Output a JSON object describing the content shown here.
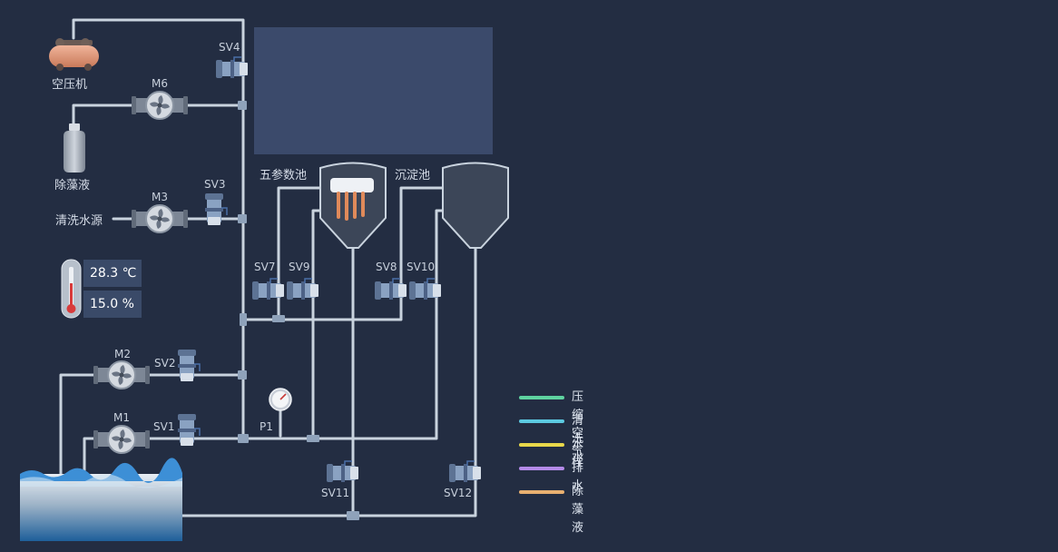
{
  "labels": {
    "compressor": "空压机",
    "algaecide_tank": "除藻液",
    "cleaning_source": "清洗水源",
    "five_param_tank": "五参数池",
    "settling_tank": "沉淀池",
    "M6": "M6",
    "M3": "M3",
    "M2": "M2",
    "M1": "M1",
    "SV1": "SV1",
    "SV2": "SV2",
    "SV3": "SV3",
    "SV4": "SV4",
    "SV7": "SV7",
    "SV8": "SV8",
    "SV9": "SV9",
    "SV10": "SV10",
    "SV11": "SV11",
    "SV12": "SV12",
    "P1": "P1"
  },
  "readouts": {
    "temperature": "28.3 ℃",
    "humidity": "15.0 %"
  },
  "legend": [
    {
      "label": "压缩空气",
      "color": "#5fd3a0"
    },
    {
      "label": "清洗水",
      "color": "#5cc9e0"
    },
    {
      "label": "水样",
      "color": "#e8d84a"
    },
    {
      "label": "排水",
      "color": "#b48ae8"
    },
    {
      "label": "除藻液",
      "color": "#e8b070"
    }
  ],
  "colors": {
    "background": "#232d42",
    "pipe": "#c9d3de",
    "panel": "#3b4a6b",
    "valve": "#7f97b8"
  }
}
